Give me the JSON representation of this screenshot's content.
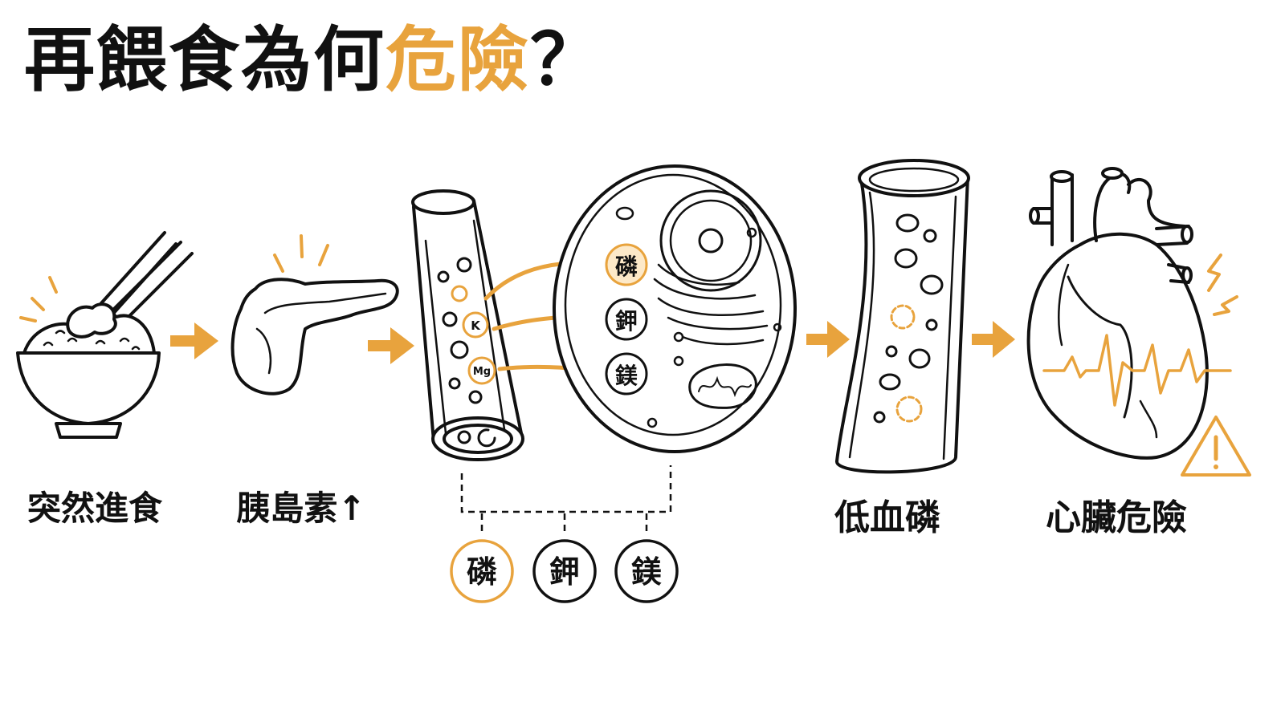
{
  "title": {
    "part1": "再餵食為何",
    "accent": "危險",
    "part2": "？"
  },
  "steps": {
    "eat": "突然進食",
    "insulin": "胰島素↑",
    "low_phosphate": "低血磷",
    "heart": "心臟危險"
  },
  "ions": {
    "phosphate": "磷",
    "potassium": "鉀",
    "magnesium": "鎂",
    "k_symbol": "K",
    "mg_symbol": "Mg"
  },
  "colors": {
    "accent": "#e8a33d",
    "ink": "#111111"
  },
  "icons": [
    "rice-bowl-icon",
    "chopsticks-icon",
    "pancreas-icon",
    "blood-vessel-icon",
    "cell-icon",
    "mitochondria-icon",
    "heart-icon",
    "warning-icon"
  ]
}
